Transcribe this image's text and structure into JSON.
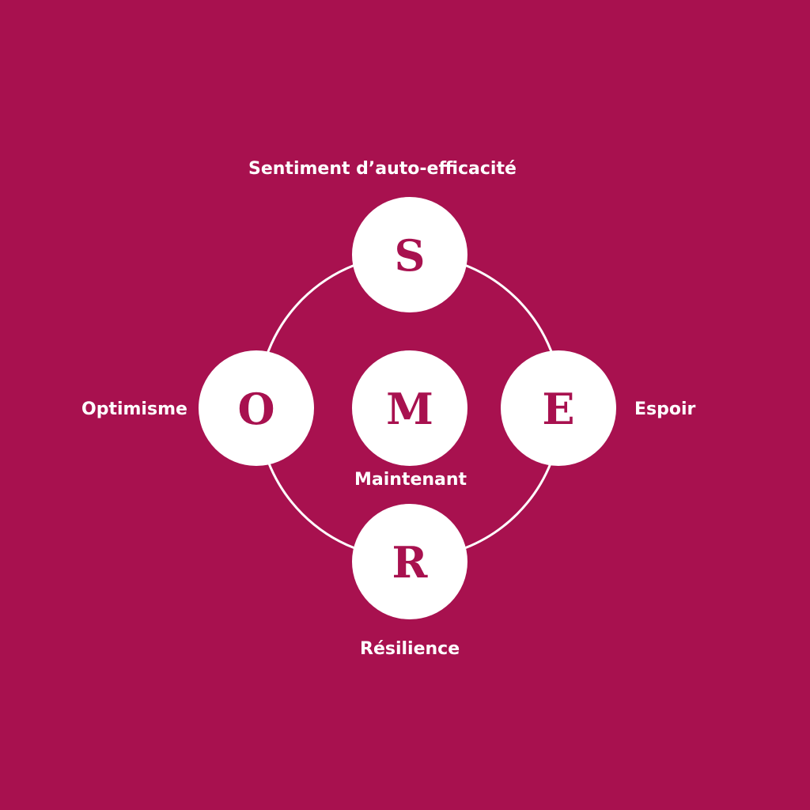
{
  "colors": {
    "background": "#A8114F",
    "foreground": "#FFFFFF"
  },
  "nodes": {
    "top": {
      "letter": "S",
      "label": "Sentiment d’auto-efficacité"
    },
    "left": {
      "letter": "O",
      "label": "Optimisme"
    },
    "center": {
      "letter": "M",
      "label": "Maintenant"
    },
    "right": {
      "letter": "E",
      "label": "Espoir"
    },
    "bottom": {
      "letter": "R",
      "label": "Résilience"
    }
  }
}
